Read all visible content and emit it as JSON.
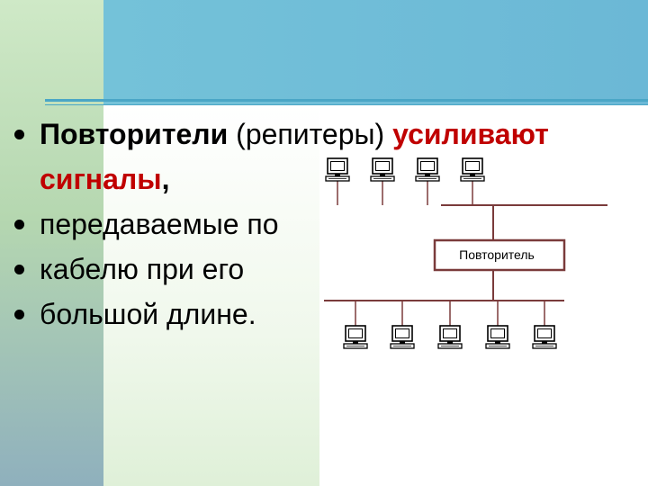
{
  "colors": {
    "accent_red": "#c00000",
    "rule_blue": "#4aa6c6",
    "text": "#000000"
  },
  "bullets": [
    {
      "parts": [
        {
          "text": "Повторители",
          "style": "bold"
        },
        {
          "text": " (репитеры) ",
          "style": "normal"
        },
        {
          "text": "усиливают",
          "style": "bold-red"
        }
      ],
      "dot": true
    },
    {
      "parts": [
        {
          "text": "сигналы",
          "style": "bold-red"
        },
        {
          "text": ",",
          "style": "bold"
        }
      ],
      "dot": false
    },
    {
      "parts": [
        {
          "text": " передаваемые по",
          "style": "normal"
        }
      ],
      "dot": true
    },
    {
      "parts": [
        {
          "text": " кабелю при его",
          "style": "normal"
        }
      ],
      "dot": true
    },
    {
      "parts": [
        {
          "text": " большой длине.",
          "style": "normal"
        }
      ],
      "dot": true
    }
  ],
  "diagram": {
    "repeater_label": "Повторитель",
    "top_computers": 4,
    "bottom_computers": 5,
    "icon": "computer-icon"
  }
}
